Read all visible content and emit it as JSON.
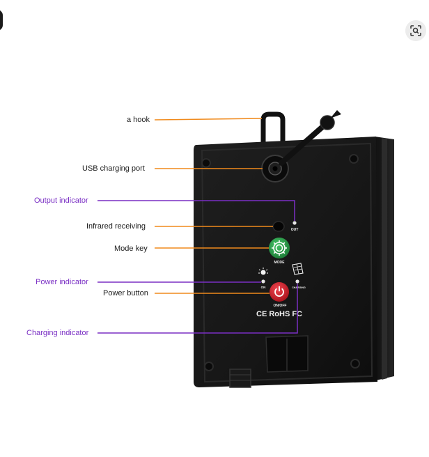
{
  "annotations": [
    {
      "key": "hook",
      "text": "a hook"
    },
    {
      "key": "usb",
      "text": "USB charging port"
    },
    {
      "key": "output",
      "text": "Output indicator"
    },
    {
      "key": "infrared",
      "text": "Infrared receiving"
    },
    {
      "key": "mode",
      "text": "Mode key"
    },
    {
      "key": "power_ind",
      "text": "Power indicator"
    },
    {
      "key": "power_btn",
      "text": "Power button"
    },
    {
      "key": "charging",
      "text": "Charging indicator"
    }
  ],
  "device_print": {
    "out": "OUT",
    "mode": "MODE",
    "on": "ON",
    "charging": "CHARGING",
    "on_off": "ON/OFF",
    "cert": "CE RoHS FC"
  },
  "colors": {
    "orange_leader": "#f08a1c",
    "purple_leader": "#7a2fc4",
    "mode_key": "#2a9d4a",
    "power_button": "#d81e2a"
  },
  "icons": {
    "lens": "visual-search-icon"
  }
}
